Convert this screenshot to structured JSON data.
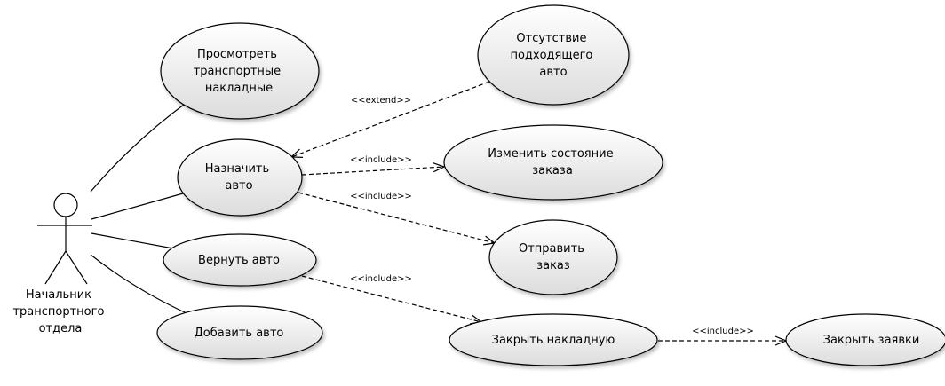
{
  "actor": {
    "lines": [
      "Начальник",
      "транспортного",
      "отдела"
    ]
  },
  "use_cases": {
    "view_waybills": [
      "Просмотреть",
      "транспортные",
      "накладные"
    ],
    "assign_car": [
      "Назначить",
      "авто"
    ],
    "return_car": [
      "Вернуть авто"
    ],
    "add_car": [
      "Добавить авто"
    ],
    "no_car": [
      "Отсутствие",
      "подходящего",
      "авто"
    ],
    "change_state": [
      "Изменить состояние",
      "заказа"
    ],
    "send_order": [
      "Отправить",
      "заказ"
    ],
    "close_waybill": [
      "Закрыть накладную"
    ],
    "close_requests": [
      "Закрыть заявки"
    ]
  },
  "relations": {
    "extend_no_car": "<<extend>>",
    "include_change_state": "<<include>>",
    "include_send_order": "<<include>>",
    "include_close_waybill": "<<include>>",
    "include_close_requests": "<<include>>"
  }
}
